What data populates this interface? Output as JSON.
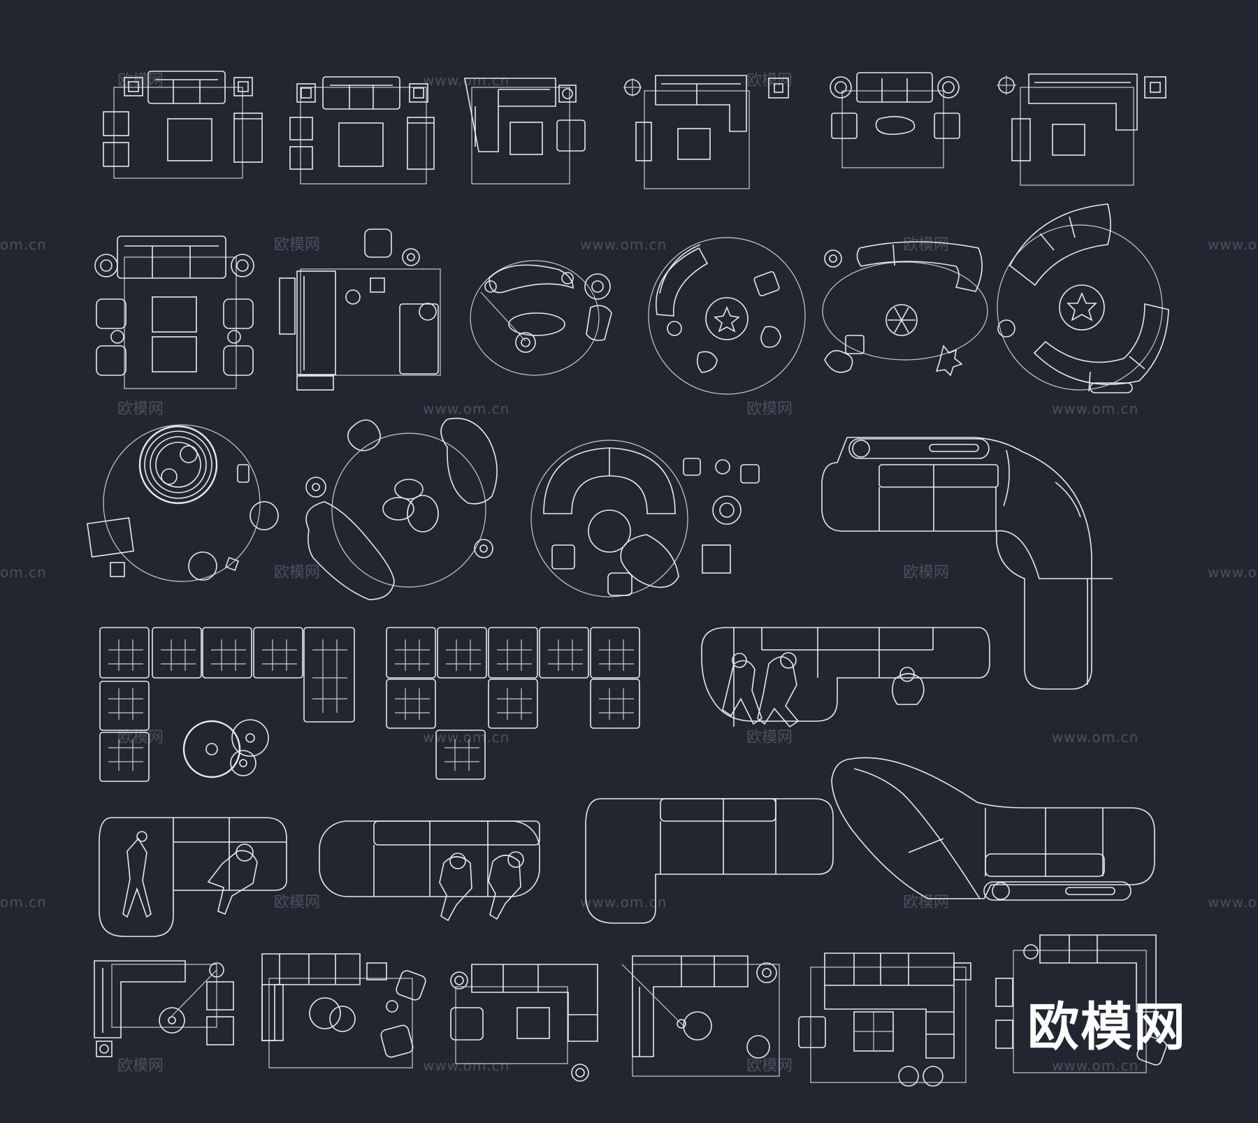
{
  "background_color": "#222631",
  "line_color": "#e7e9ee",
  "watermark_color": "#4a505c",
  "watermark": {
    "brand_cjk": "欧模网",
    "url": "www.om.cn",
    "url_cut": "om.cn",
    "url_cut_right": "www.o"
  },
  "logo": {
    "text": "欧模网"
  },
  "icons": {
    "sofa_sets": "sofa-plan-icon",
    "round_sets": "round-lounge-icon",
    "sectionals": "sectional-sofa-icon",
    "people": "person-figure-icon"
  }
}
